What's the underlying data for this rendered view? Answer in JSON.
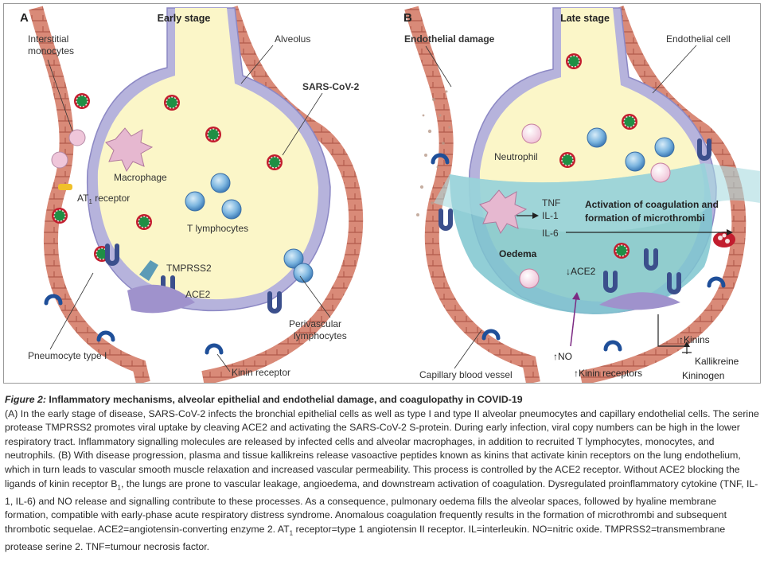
{
  "panel_a": {
    "letter": "A",
    "title": "Early stage",
    "labels": {
      "interstitial_monocytes_1": "Interstitial",
      "interstitial_monocytes_2": "monocytes",
      "alveolus": "Alveolus",
      "sars_cov_2": "SARS-CoV-2",
      "macrophage": "Macrophage",
      "at1_receptor_prefix": "AT",
      "at1_receptor_sub": "1",
      "at1_receptor_suffix": " receptor",
      "t_lymphocytes": "T lymphocytes",
      "tmprss2": "TMPRSS2",
      "ace2": "ACE2",
      "perivascular_1": "Perivascular",
      "perivascular_2": "lymphocytes",
      "pneumocyte_type_1": "Pneumocyte type I",
      "kinin_receptor": "Kinin receptor"
    }
  },
  "panel_b": {
    "letter": "B",
    "title": "Late stage",
    "labels": {
      "endothelial_damage": "Endothelial damage",
      "endothelial_cell": "Endothelial cell",
      "neutrophil": "Neutrophil",
      "tnf": "TNF",
      "il1": "IL-1",
      "il6": "IL-6",
      "coag_1": "Activation of coagulation and",
      "coag_2": "formation of microthrombi",
      "oedema": "Oedema",
      "ace2_down": "↓ACE2",
      "no_up": "↑NO",
      "kinins_up": "↑Kinins",
      "kallikreine": "Kallikreine",
      "kininogen": "Kininogen",
      "kinin_receptors_up": "↑Kinin receptors",
      "capillary": "Capillary blood vessel"
    }
  },
  "caption": {
    "title_italic": "Figure 2:",
    "title_rest": " Inflammatory mechanisms, alveolar epithelial and endothelial damage, and coagulopathy in COVID-19",
    "body_1": "(A) In the early stage of disease, SARS-CoV-2 infects the bronchial epithelial cells as well as type I and type II alveolar pneumocytes and capillary endothelial cells. The serine protease TMPRSS2 promotes viral uptake by cleaving ACE2 and activating the SARS-CoV-2 S-protein. During early infection, viral copy numbers can be high in the lower respiratory tract. Inflammatory signalling molecules are released by infected cells and alveolar macrophages, in addition to recruited T lymphocytes, monocytes, and neutrophils. (B) With disease progression, plasma and tissue kallikreins release vasoactive peptides known as kinins that activate kinin receptors on the lung endothelium, which in turn leads to vascular smooth muscle relaxation and increased vascular permeability. This process is controlled by the ACE2 receptor. Without ACE2 blocking the ligands of kinin receptor B",
    "body_sub": "1",
    "body_2": ", the lungs are prone to vascular leakage, angioedema, and downstream activation of coagulation. Dysregulated proinflammatory cytokine (TNF, IL-1, IL-6) and NO release and signalling contribute to these processes. As a consequence, pulmonary oedema fills the alveolar spaces, followed by hyaline membrane formation, compatible with early-phase acute respiratory distress syndrome. Anomalous coagulation frequently results in the formation of microthrombi and subsequent thrombotic sequelae. ACE2=angiotensin-converting enzyme 2. AT",
    "body_sub2": "1",
    "body_3": " receptor=type 1 angiotensin II receptor. IL=interleukin. NO=nitric oxide. TMPRSS2=transmembrane protease serine 2. TNF=tumour necrosis factor."
  },
  "colors": {
    "vessel": "#d98a78",
    "vessel_dark": "#a44a3e",
    "alveolus_fill": "#fbf6c8",
    "membrane": "#b6b3dc",
    "oedema": "#7ec6cf",
    "virus_core": "#1f8f45",
    "virus_spike": "#c21d2e",
    "lymphocyte": "#6faad8",
    "receptor": "#3b4f8c"
  }
}
